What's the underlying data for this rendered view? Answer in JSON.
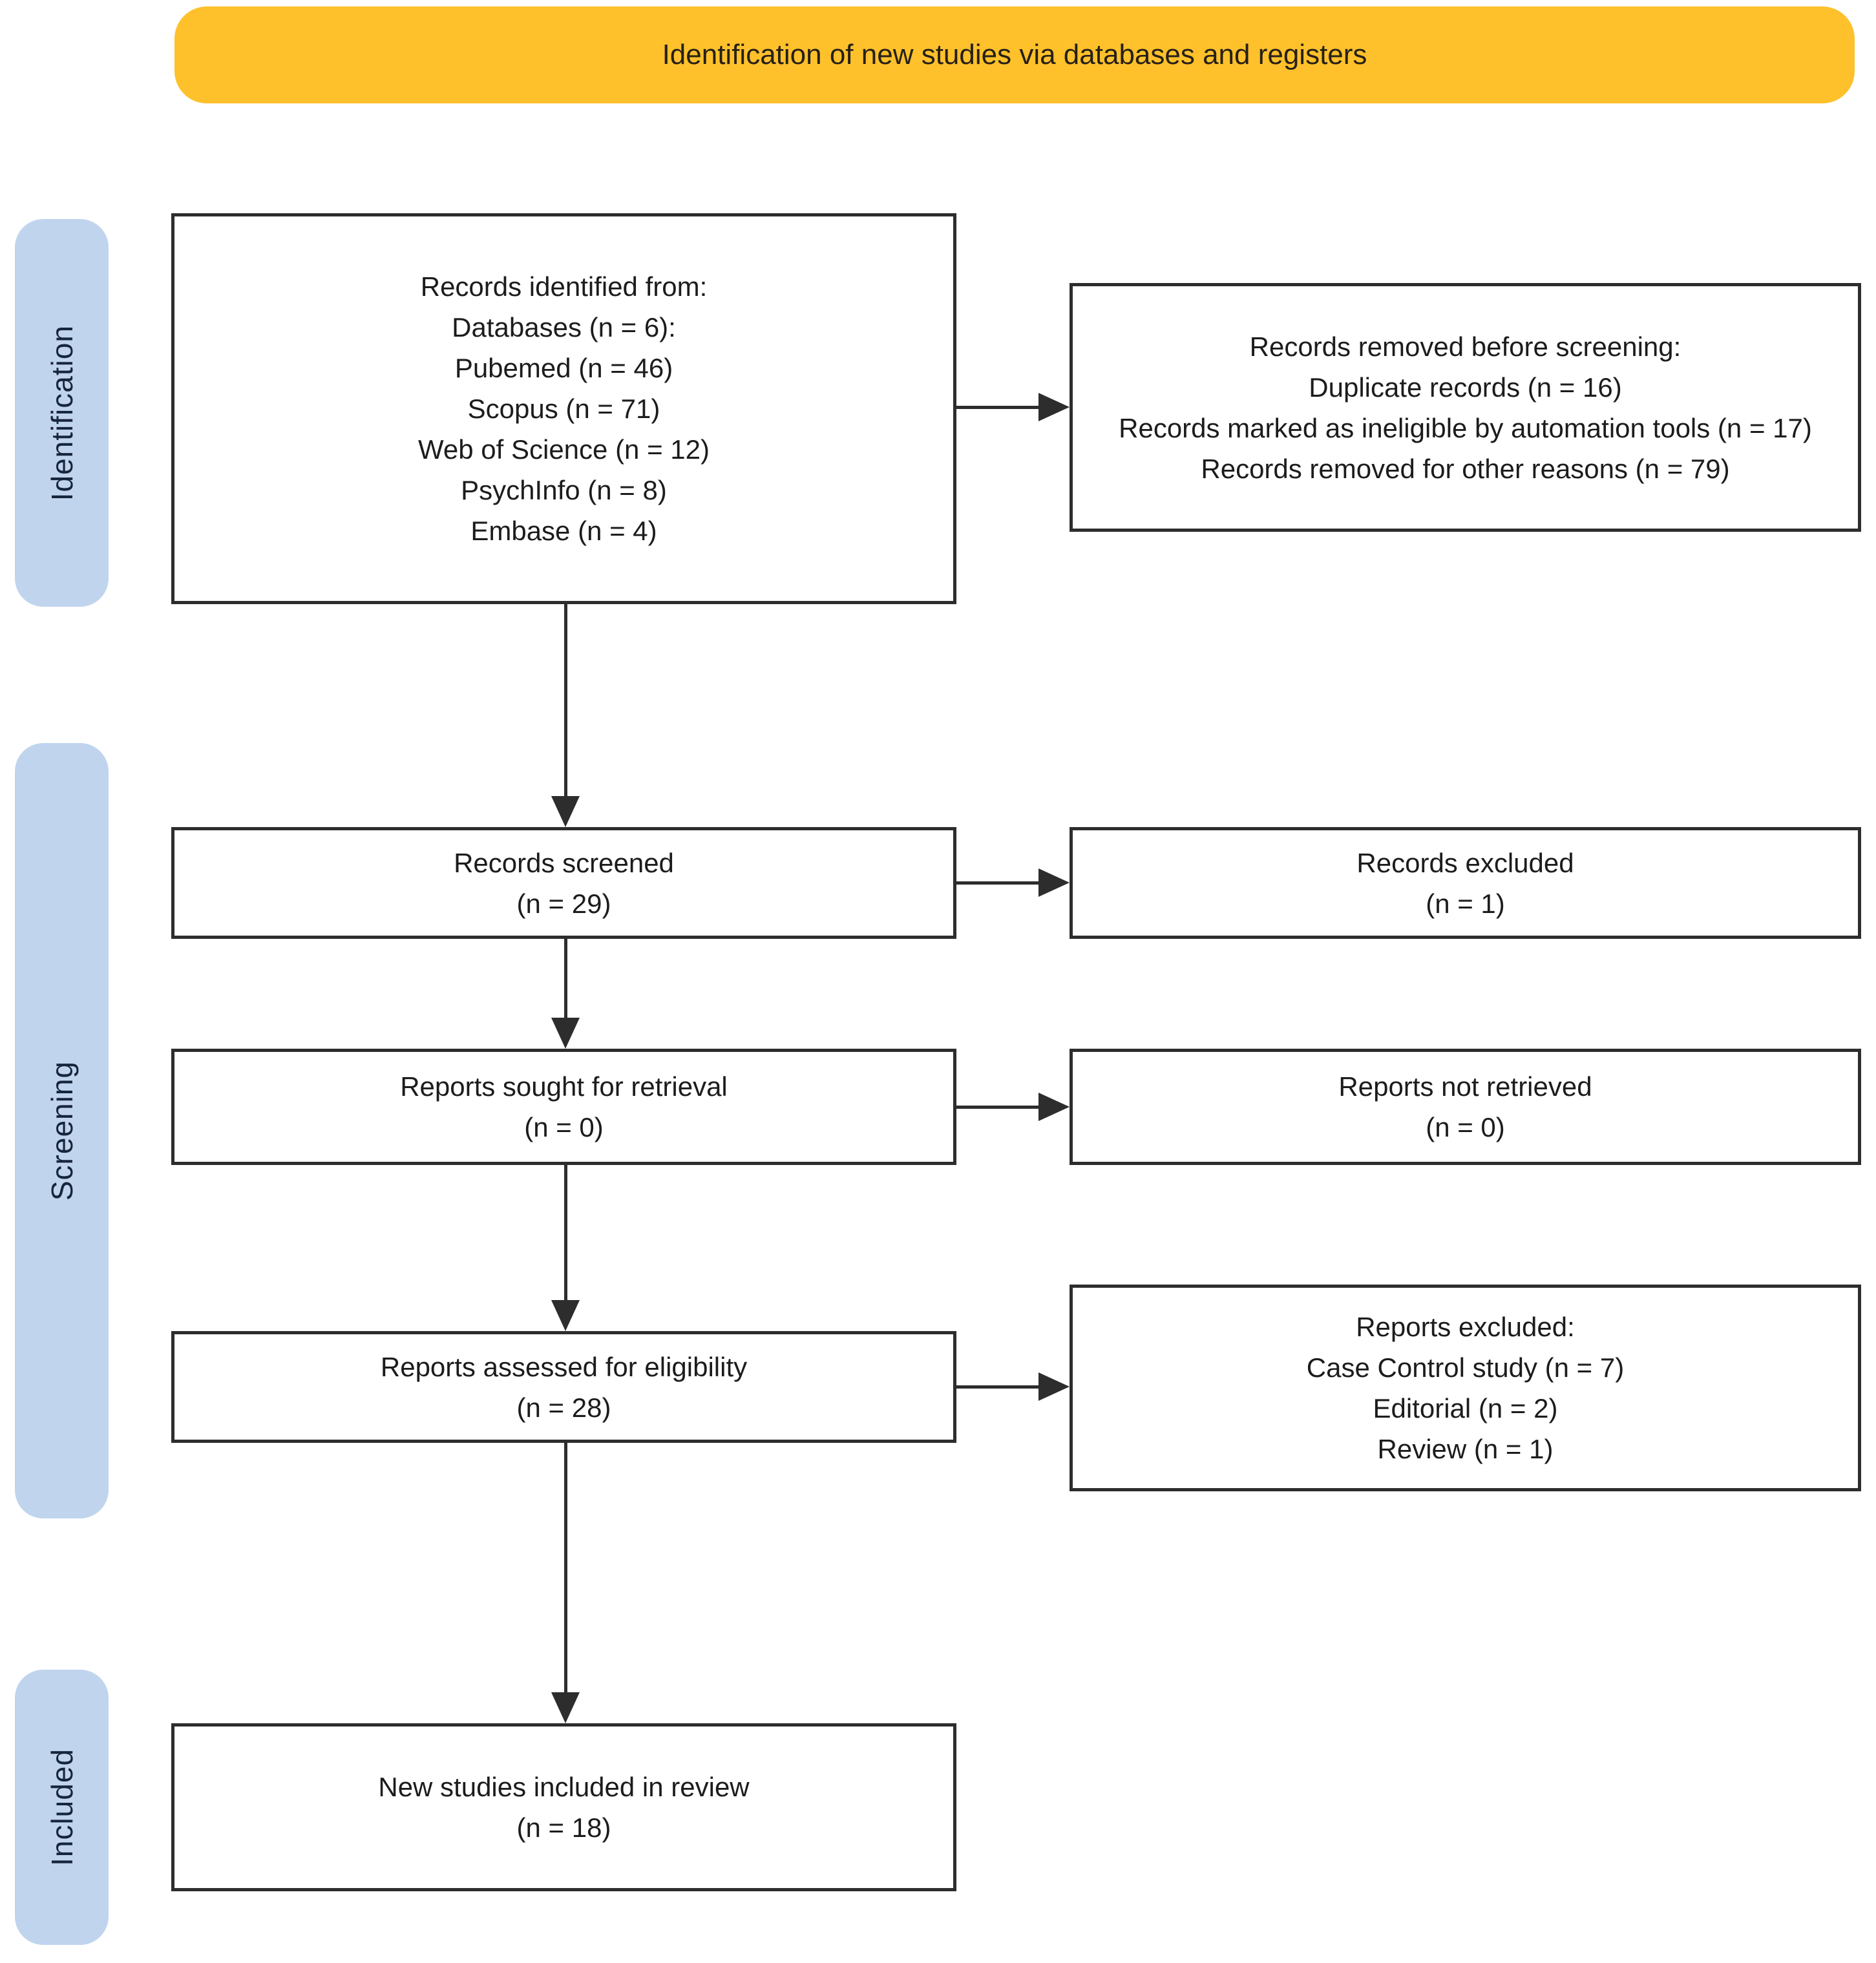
{
  "title": "Identification of new studies via databases and registers",
  "stages": {
    "identification": "Identification",
    "screening": "Screening",
    "included": "Included"
  },
  "colors": {
    "banner_bg": "#FEC12B",
    "stage_pill_bg": "#C0D4EE",
    "stage_pill_text": "#17253B",
    "box_border": "#2d2d2d",
    "arrow": "#2d2d2d",
    "text": "#1c1c1c"
  },
  "boxes": {
    "identified": {
      "lines": [
        "Records identified from:",
        "Databases (n = 6):",
        "Pubemed (n = 46)",
        "Scopus (n = 71)",
        "Web of Science (n = 12)",
        "PsychInfo (n = 8)",
        "Embase (n = 4)"
      ]
    },
    "removed": {
      "lines": [
        "Records removed before screening:",
        "Duplicate records (n = 16)",
        "Records marked as ineligible by automation tools (n = 17)",
        "Records removed for other reasons (n = 79)"
      ]
    },
    "screened": {
      "lines": [
        "Records screened",
        "(n = 29)"
      ]
    },
    "excluded": {
      "lines": [
        "Records excluded",
        "(n = 1)"
      ]
    },
    "sought": {
      "lines": [
        "Reports sought for retrieval",
        "(n = 0)"
      ]
    },
    "not_retrieved": {
      "lines": [
        "Reports not retrieved",
        "(n = 0)"
      ]
    },
    "assessed": {
      "lines": [
        "Reports assessed for eligibility",
        "(n = 28)"
      ]
    },
    "reports_excluded": {
      "lines": [
        "Reports excluded:",
        "Case Control study (n = 7)",
        "Editorial (n = 2)",
        "Review (n = 1)"
      ]
    },
    "included_studies": {
      "lines": [
        "New studies included in review",
        "(n = 18)"
      ]
    }
  }
}
